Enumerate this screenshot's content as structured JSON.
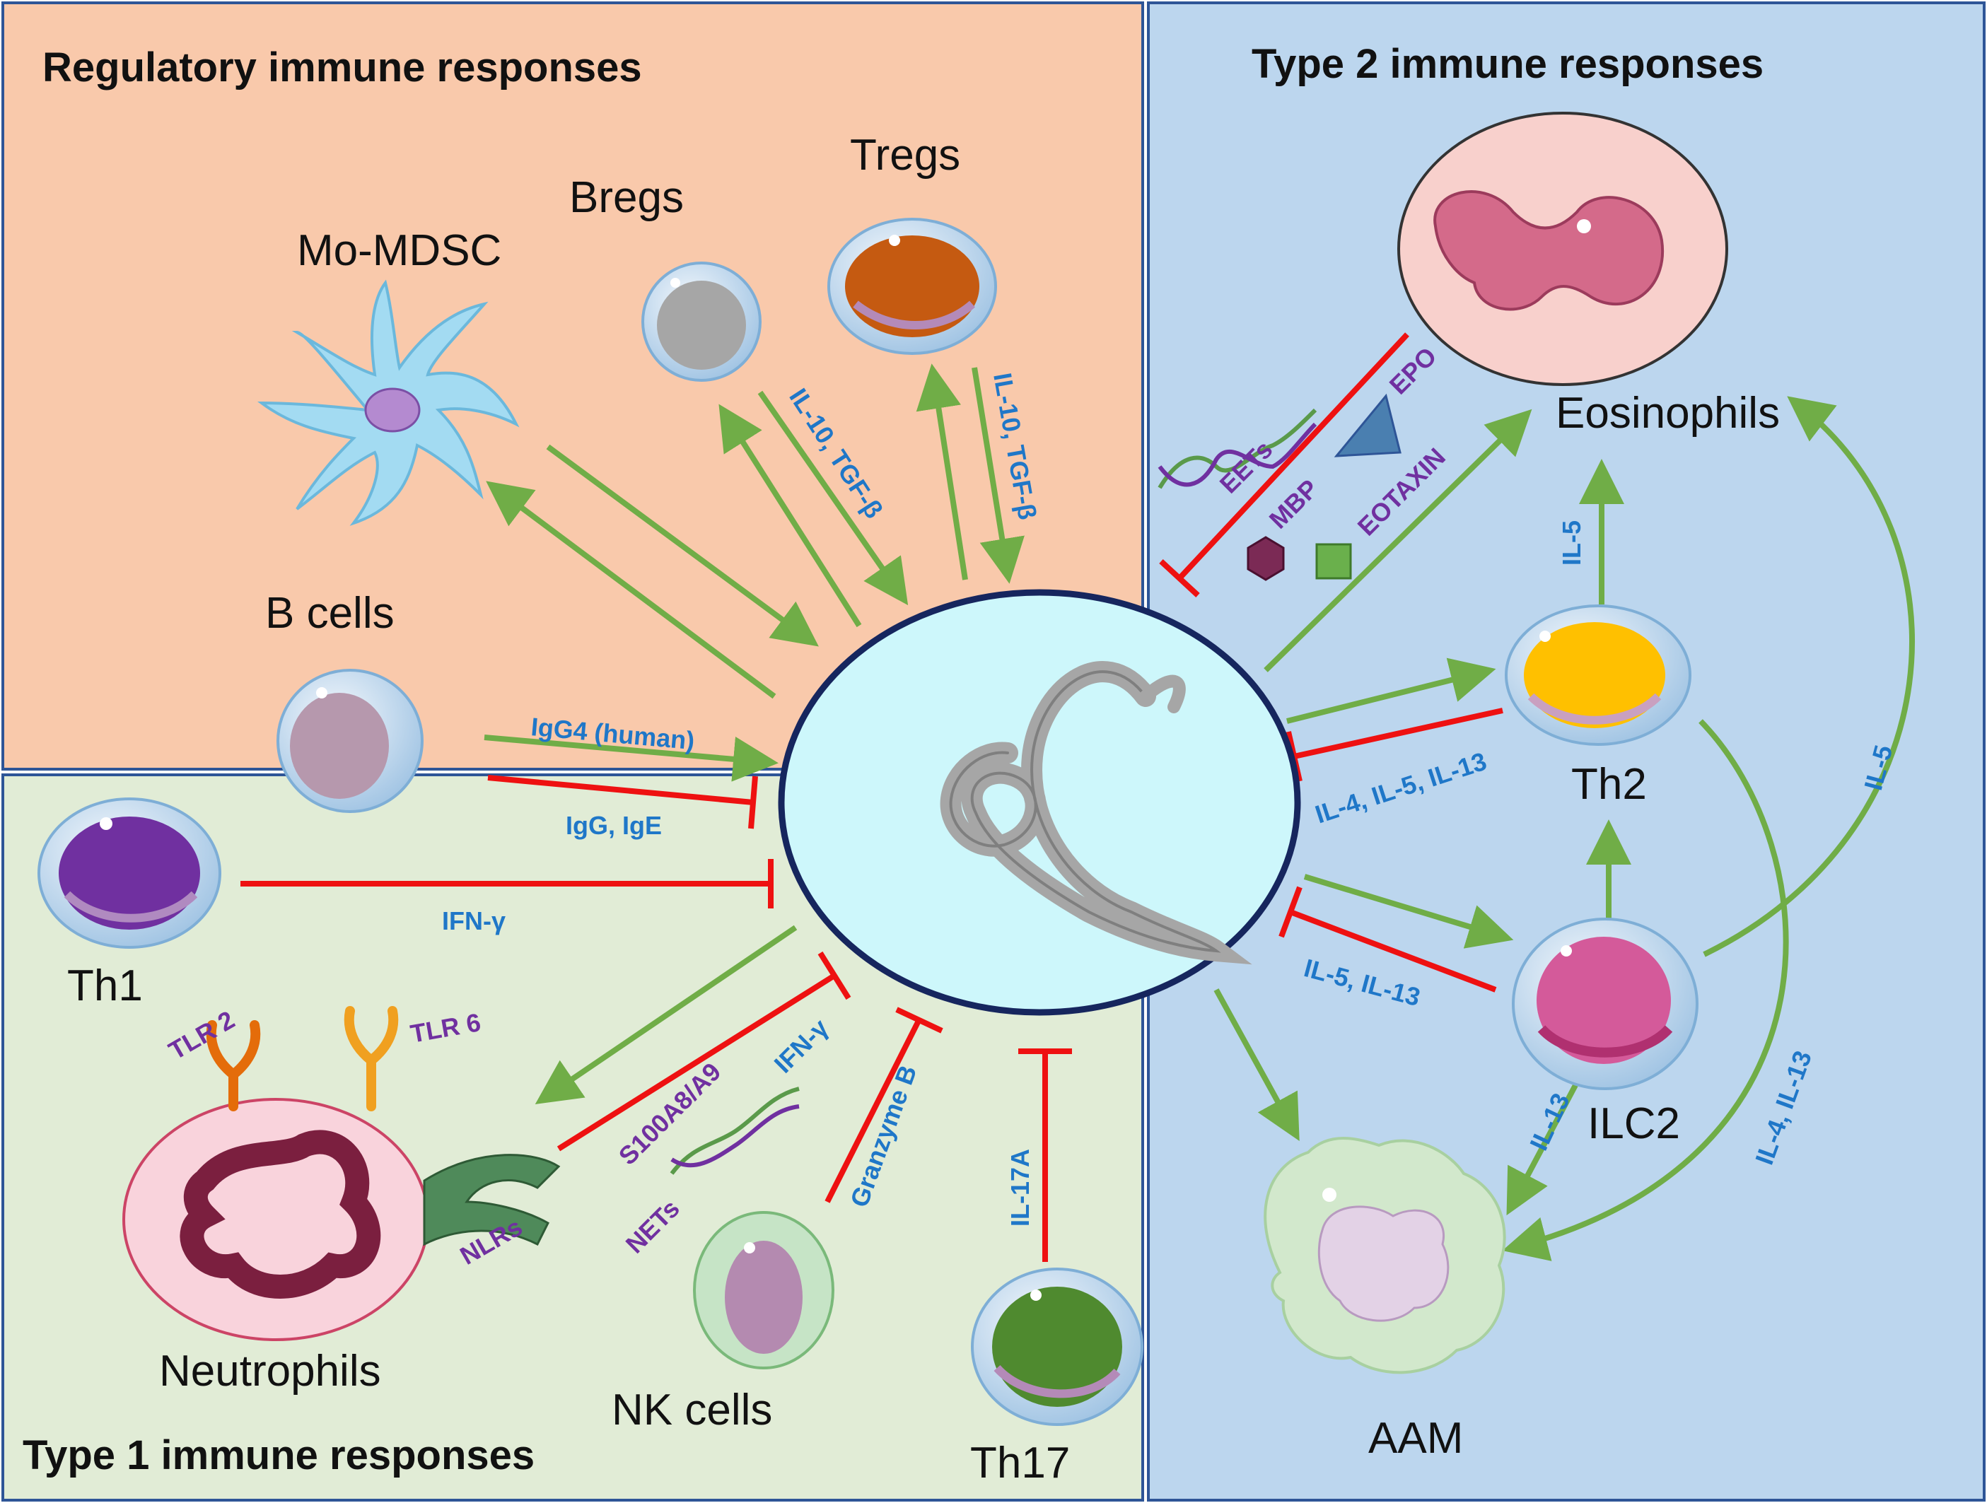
{
  "sections": {
    "regulatory": "Regulatory immune responses",
    "type2": "Type 2 immune responses",
    "type1": "Type 1 immune responses"
  },
  "cells": {
    "mo_mdsc": "Mo-MDSC",
    "bregs": "Bregs",
    "tregs": "Tregs",
    "b_cells": "B cells",
    "th1": "Th1",
    "neutrophils": "Neutrophils",
    "nk_cells": "NK cells",
    "th17": "Th17",
    "eosinophils": "Eosinophils",
    "th2": "Th2",
    "ilc2": "ILC2",
    "aam": "AAM"
  },
  "mediators": {
    "bregs_il10": "IL-10, TGF-β",
    "tregs_il10": "IL-10, TGF-β",
    "igg4": "IgG4 (human)",
    "igg_ige": "IgG, IgE",
    "th1_ifng": "IFN-γ",
    "tlr2": "TLR 2",
    "tlr6": "TLR 6",
    "nlrs": "NLRs",
    "s100": "S100A8/A9",
    "neut_ifng": "IFN-γ",
    "nets": "NETs",
    "granzyme": "Granzyme B",
    "il17a": "IL-17A",
    "eets": "EETs",
    "mbp": "MBP",
    "epo": "EPO",
    "eotaxin": "EOTAXIN",
    "th2_il5": "IL-5",
    "th2_cytokines": "IL-4, IL-5, IL-13",
    "ilc2_cytokines": "IL-5, IL-13",
    "ilc2_il5": "IL-5",
    "ilc2_il13": "IL-13",
    "th2_aam": "IL-4, IL-13"
  },
  "colors": {
    "regulatory_bg": "#f9c9ab",
    "type2_bg": "#bcd6ee",
    "type1_bg": "#e1ecd6",
    "activation_arrow": "#70ad47",
    "inhibition": "#ee1111",
    "blue_text": "#1f77c8",
    "purple_text": "#7030a0",
    "parasite_circle": "#cdf7fb"
  }
}
